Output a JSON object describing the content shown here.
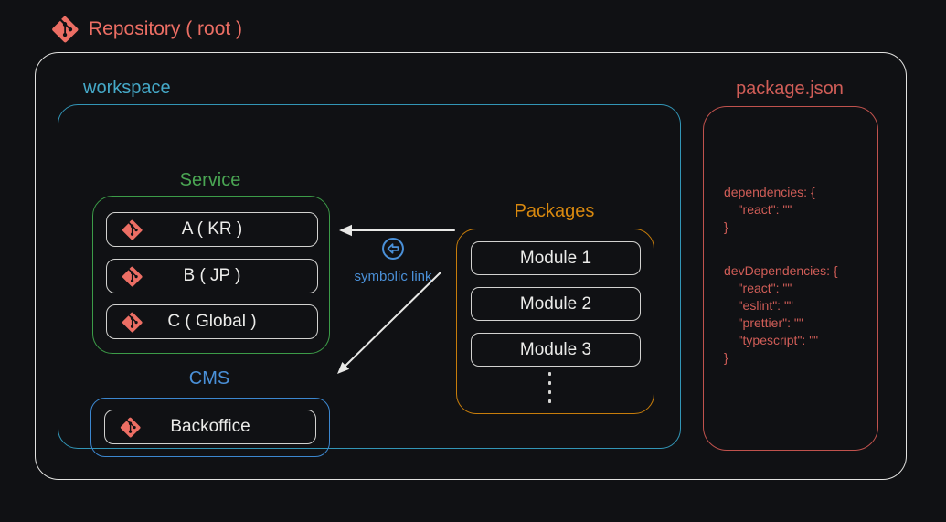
{
  "colors": {
    "bg": "#101114",
    "salmon-bright": "#ec6e64",
    "salmon": "#d05d57",
    "salmon-border": "#c0524d",
    "cyan": "#45a9c8",
    "cyan-border": "#3295b6",
    "green": "#4aa553",
    "green-border": "#3c9c48",
    "blue": "#4a90d8",
    "blue-border": "#3c87cf",
    "orange": "#d9890f",
    "orange-border": "#c77d0b",
    "box-border": "#d2d2d0",
    "text-light": "#ececea",
    "outer-border": "#e3e3e1",
    "arrow": "#e8e8e6"
  },
  "icons": {
    "repository": "git-icon",
    "symbolic_link": "circle-arrow-left-icon"
  },
  "header": {
    "title": "Repository ( root )"
  },
  "workspace": {
    "label": "workspace",
    "service": {
      "label": "Service",
      "items": [
        {
          "label": "A ( KR )"
        },
        {
          "label": "B ( JP )"
        },
        {
          "label": "C ( Global )"
        }
      ]
    },
    "cms": {
      "label": "CMS",
      "items": [
        {
          "label": "Backoffice"
        }
      ]
    },
    "packages": {
      "label": "Packages",
      "items": [
        {
          "label": "Module 1"
        },
        {
          "label": "Module 2"
        },
        {
          "label": "Module 3"
        }
      ]
    },
    "symbolic_link": {
      "label": "symbolic link"
    }
  },
  "package_json": {
    "label": "package.json",
    "dependencies_block": "dependencies: {\n    \"react\": \"\"\n}",
    "dev_dependencies_block": "devDependencies: {\n    \"react\": \"\"\n    \"eslint\": \"\"\n    \"prettier\": \"\"\n    \"typescript\": \"\"\n}"
  }
}
